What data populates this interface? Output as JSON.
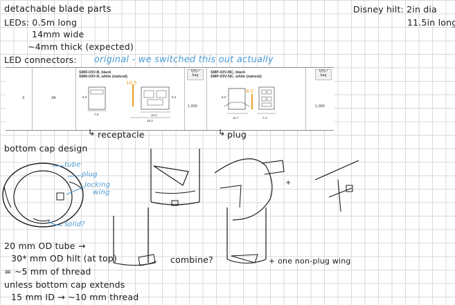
{
  "header": {
    "title": "detachable blade parts",
    "disney_hilt_label": "Disney hilt: 2in dia",
    "disney_hilt_length": "11.5in long"
  },
  "leds": {
    "label": "LEDs: 0.5m long",
    "wide": "14mm wide",
    "thick": "~4mm thick (expected)"
  },
  "connectors": {
    "label": "LED connectors:",
    "note": "original - we switched this out actually"
  },
  "table": {
    "col_num": "3",
    "col_amp": "3A",
    "receptacle": {
      "part_black": "SMR-03V-B, black",
      "part_white": "SMR-03V-N, white (natural)",
      "annot": "10.5",
      "dims": [
        "7.5",
        "10.2",
        "18.2",
        "8.5",
        "8.2"
      ]
    },
    "plug": {
      "part_black": "SMP-03V-BC, black",
      "part_white": "SMP-03V-NC, white (natural)",
      "annot": "8.0",
      "dims": [
        "11.7",
        "7.4",
        "8.0"
      ]
    },
    "qty_header_1": "Q'ty /",
    "qty_header_2": "bag",
    "qty_value": "1,000"
  },
  "labels": {
    "receptacle": "receptacle",
    "plug": "plug"
  },
  "bottom_cap": {
    "title": "bottom cap design",
    "annotations": {
      "tube": "tube",
      "plug": "plug",
      "locking1": "locking",
      "locking2": "wing",
      "solid": "solid?"
    },
    "combine": "combine?",
    "one_non_plug": "+ one non-plug wing",
    "plus": "+"
  },
  "notes": {
    "line1": "20 mm OD tube →",
    "line2": "30* mm OD hilt (at top)",
    "line3": "= ~5 mm of thread",
    "line4": "unless bottom cap extends",
    "line5": "15 mm ID → ~10 mm thread"
  }
}
